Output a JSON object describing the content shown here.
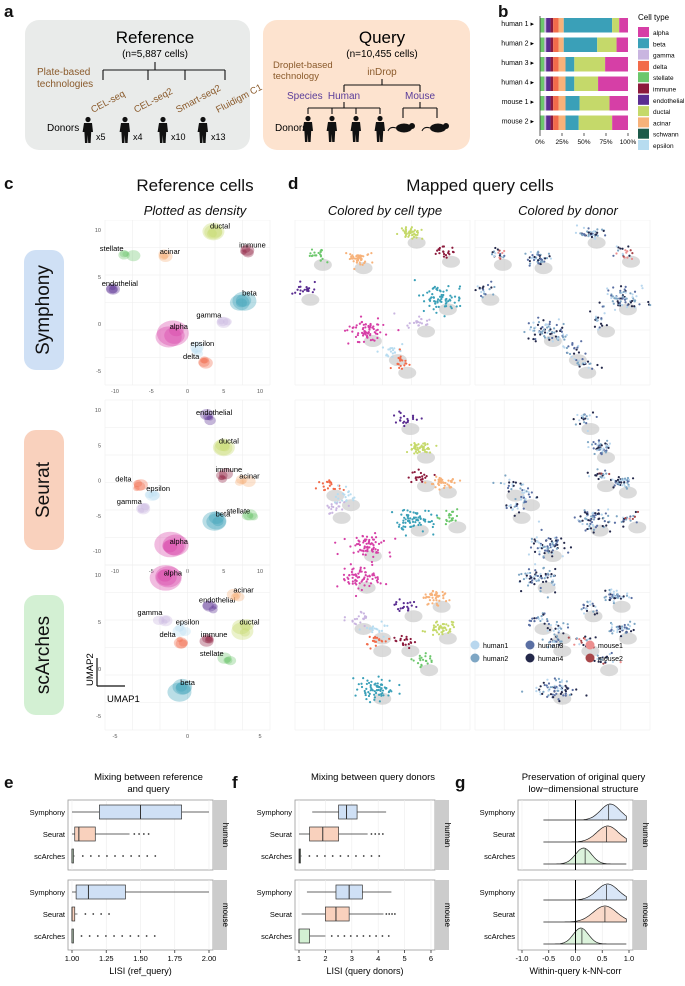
{
  "panels": {
    "a": "a",
    "b": "b",
    "c": "c",
    "d": "d",
    "e": "e",
    "f": "f",
    "g": "g"
  },
  "reference": {
    "title": "Reference",
    "count": "(n=5,887 cells)",
    "tech": "Plate-based technologies",
    "methods": [
      "CEL-seq",
      "CEL-seq2",
      "Smart-seq2",
      "Fluidigm C1"
    ],
    "donors_label": "Donors",
    "multipliers": [
      "x5",
      "x4",
      "x10",
      "x13"
    ]
  },
  "query": {
    "title": "Query",
    "count": "(n=10,455 cells)",
    "tech": "Droplet-based technology",
    "method": "inDrop",
    "species_label": "Species",
    "human": "Human",
    "mouse": "Mouse",
    "donors_label": "Donors"
  },
  "colors": {
    "alpha": "#d63fa6",
    "beta": "#3aa0b8",
    "gamma": "#c9b5e0",
    "delta": "#f26b4a",
    "stellate": "#6cc76c",
    "immune": "#8c1a3c",
    "endothelial": "#5a2d91",
    "ductal": "#c5d96a",
    "acinar": "#f7b27a",
    "schwann": "#1d5a4a",
    "epsilon": "#b7dcf0",
    "human1": "#b9d7ee",
    "human2": "#7ea6c4",
    "human3": "#5a6fa3",
    "human4": "#23284a",
    "mouse1": "#ec8f8f",
    "mouse2": "#a8474a",
    "ref_bg": "#e9ebea",
    "query_bg": "#fde3cf",
    "symphony": "#cfe0f5",
    "seurat": "#f9d1bd",
    "scarches": "#d3f0d3",
    "facet": "#cccccc"
  },
  "panel_b": {
    "legend_title": "Cell type",
    "cell_types": [
      "alpha",
      "beta",
      "gamma",
      "delta",
      "stellate",
      "immune",
      "endothelial",
      "ductal",
      "acinar",
      "schwann",
      "epsilon"
    ],
    "samples": [
      "human 1",
      "human 2",
      "human 3",
      "human 4",
      "mouse 1",
      "mouse 2"
    ],
    "proportions": [
      [
        0,
        0.55,
        0.03,
        0.06,
        0.05,
        0.02,
        0.05,
        0.08,
        0.16,
        0,
        0
      ],
      [
        0,
        0.38,
        0.03,
        0.05,
        0.02,
        0.02,
        0.03,
        0.22,
        0.25,
        0,
        0
      ],
      [
        0,
        0.1,
        0.02,
        0.05,
        0.03,
        0.02,
        0.04,
        0.35,
        0.39,
        0,
        0
      ],
      [
        0,
        0.1,
        0.02,
        0.06,
        0.03,
        0.03,
        0.06,
        0.27,
        0.43,
        0,
        0
      ],
      [
        0,
        0.16,
        0.01,
        0.03,
        0.08,
        0.02,
        0.05,
        0.34,
        0.31,
        0,
        0
      ],
      [
        0,
        0.15,
        0.03,
        0.03,
        0.02,
        0.02,
        0.05,
        0.38,
        0.32,
        0,
        0
      ]
    ],
    "ticks": [
      "0%",
      "25%",
      "50%",
      "75%",
      "100%"
    ]
  },
  "panel_c": {
    "title": "Reference cells",
    "subtitle": "Plotted as density",
    "umap1": "UMAP1",
    "umap2": "UMAP2"
  },
  "panel_d": {
    "title": "Mapped query cells",
    "sub1": "Colored by cell type",
    "sub2": "Colored by donor",
    "donor_legend": [
      "human1",
      "human2",
      "human3",
      "human4",
      "mouse1",
      "mouse2"
    ]
  },
  "methods": [
    "Symphony",
    "Seurat",
    "scArches"
  ],
  "clusters": {
    "symphony": [
      {
        "label": "stellate",
        "x": -11.5,
        "y": 7.5
      },
      {
        "label": "acinar",
        "x": -5,
        "y": 7.0
      },
      {
        "label": "ductal",
        "x": 3.5,
        "y": 11
      },
      {
        "label": "immune",
        "x": 9,
        "y": 8.0
      },
      {
        "label": "endothelial",
        "x": -13.5,
        "y": 2.0
      },
      {
        "label": "beta",
        "x": 8.5,
        "y": 0.5
      },
      {
        "label": "gamma",
        "x": 5.0,
        "y": -3.0
      },
      {
        "label": "alpha",
        "x": -3.5,
        "y": -4.5
      },
      {
        "label": "epsilon",
        "x": 0.5,
        "y": -7.5
      },
      {
        "label": "delta",
        "x": 2.0,
        "y": -9.5
      }
    ],
    "seurat": [
      {
        "label": "endothelial",
        "x": 2.5,
        "y": 10
      },
      {
        "label": "ductal",
        "x": 5,
        "y": 5.5
      },
      {
        "label": "immune",
        "x": 5,
        "y": 1.0
      },
      {
        "label": "acinar",
        "x": 8.5,
        "y": 0
      },
      {
        "label": "delta",
        "x": -9.5,
        "y": -0.5
      },
      {
        "label": "epsilon",
        "x": -7,
        "y": -2.0
      },
      {
        "label": "gamma",
        "x": -8.5,
        "y": -4.0
      },
      {
        "label": "beta",
        "x": 4,
        "y": -6
      },
      {
        "label": "stellate",
        "x": 10,
        "y": -5.5
      },
      {
        "label": "alpha",
        "x": -3.5,
        "y": -10
      }
    ],
    "scarches": [
      {
        "label": "alpha",
        "x": -4.5,
        "y": 11.0
      },
      {
        "label": "endothelial",
        "x": 3,
        "y": 6.5
      },
      {
        "label": "acinar",
        "x": 7.5,
        "y": 8.0
      },
      {
        "label": "gamma",
        "x": -5,
        "y": 4.5
      },
      {
        "label": "epsilon",
        "x": -2,
        "y": 3.0
      },
      {
        "label": "ductal",
        "x": 8.5,
        "y": 3.0
      },
      {
        "label": "delta",
        "x": -2,
        "y": 1.0
      },
      {
        "label": "immune",
        "x": 2.5,
        "y": 1.0
      },
      {
        "label": "stellate",
        "x": 5.5,
        "y": -2.0
      },
      {
        "label": "beta",
        "x": -2,
        "y": -6.5
      }
    ]
  },
  "umap_ticks": {
    "symphony": {
      "x": [
        "-10",
        "-5",
        "0",
        "5",
        "10"
      ],
      "y": [
        "10",
        "5",
        "0",
        "-5"
      ]
    },
    "seurat": {
      "x": [
        "-10",
        "-5",
        "0",
        "5",
        "10"
      ],
      "y": [
        "10",
        "5",
        "0",
        "-5",
        "-10"
      ]
    },
    "scarches": {
      "x": [
        "-5",
        "0",
        "5"
      ],
      "y": [
        "10",
        "5",
        "0",
        "-5"
      ]
    }
  },
  "chart_data": [
    {
      "type": "box",
      "title": "Mixing between reference and query",
      "xlabel": "LISI (ref_query)",
      "xlim": [
        1.0,
        2.0
      ],
      "ticks": [
        "1.00",
        "1.25",
        "1.50",
        "1.75",
        "2.00"
      ],
      "facets": [
        {
          "name": "human",
          "series": [
            {
              "name": "Symphony",
              "q1": 1.2,
              "median": 1.5,
              "q3": 1.8,
              "wlo": 1.0,
              "whi": 2.0
            },
            {
              "name": "Seurat",
              "q1": 1.02,
              "median": 1.05,
              "q3": 1.17,
              "wlo": 1.0,
              "whi": 1.42
            },
            {
              "name": "scArches",
              "q1": 1.0,
              "median": 1.0,
              "q3": 1.01,
              "wlo": 1.0,
              "whi": 1.02
            }
          ]
        },
        {
          "name": "mouse",
          "series": [
            {
              "name": "Symphony",
              "q1": 1.03,
              "median": 1.12,
              "q3": 1.39,
              "wlo": 1.0,
              "whi": 2.0
            },
            {
              "name": "Seurat",
              "q1": 1.0,
              "median": 1.0,
              "q3": 1.02,
              "wlo": 1.0,
              "whi": 1.04
            },
            {
              "name": "scArches",
              "q1": 1.0,
              "median": 1.0,
              "q3": 1.0,
              "wlo": 1.0,
              "whi": 1.01
            }
          ]
        }
      ]
    },
    {
      "type": "box",
      "title": "Mixing between query donors",
      "xlabel": "LISI (query donors)",
      "xlim": [
        1,
        6
      ],
      "ticks": [
        "1",
        "2",
        "3",
        "4",
        "5",
        "6"
      ],
      "facets": [
        {
          "name": "human",
          "series": [
            {
              "name": "Symphony",
              "q1": 2.5,
              "median": 2.8,
              "q3": 3.2,
              "wlo": 1.5,
              "whi": 4.3
            },
            {
              "name": "Seurat",
              "q1": 1.4,
              "median": 1.9,
              "q3": 2.5,
              "wlo": 1.0,
              "whi": 3.6
            },
            {
              "name": "scArches",
              "q1": 1.0,
              "median": 1.02,
              "q3": 1.05,
              "wlo": 1.0,
              "whi": 1.1
            }
          ]
        },
        {
          "name": "mouse",
          "series": [
            {
              "name": "Symphony",
              "q1": 2.4,
              "median": 2.9,
              "q3": 3.4,
              "wlo": 1.3,
              "whi": 4.5
            },
            {
              "name": "Seurat",
              "q1": 2.0,
              "median": 2.4,
              "q3": 2.9,
              "wlo": 1.1,
              "whi": 4.2
            },
            {
              "name": "scArches",
              "q1": 1.0,
              "median": 1.0,
              "q3": 1.4,
              "wlo": 1.0,
              "whi": 2.0
            }
          ]
        }
      ]
    },
    {
      "type": "density",
      "title": "Preservation of original query low-dimensional structure",
      "xlabel": "Within-query k-NN-corr",
      "xlim": [
        -1.0,
        1.0
      ],
      "ticks": [
        "-1.0",
        "-0.5",
        "0.0",
        "0.5",
        "1.0"
      ],
      "facets": [
        {
          "name": "human",
          "series": [
            {
              "name": "Symphony",
              "mean": 0.65,
              "sd": 0.18,
              "median": 0.62
            },
            {
              "name": "Seurat",
              "mean": 0.6,
              "sd": 0.2,
              "median": 0.58
            },
            {
              "name": "scArches",
              "mean": 0.15,
              "sd": 0.15,
              "median": 0.18
            }
          ]
        },
        {
          "name": "mouse",
          "series": [
            {
              "name": "Symphony",
              "mean": 0.6,
              "sd": 0.2,
              "median": 0.58
            },
            {
              "name": "Seurat",
              "mean": 0.55,
              "sd": 0.22,
              "median": 0.55
            },
            {
              "name": "scArches",
              "mean": 0.1,
              "sd": 0.14,
              "median": 0.12
            }
          ]
        }
      ]
    }
  ]
}
